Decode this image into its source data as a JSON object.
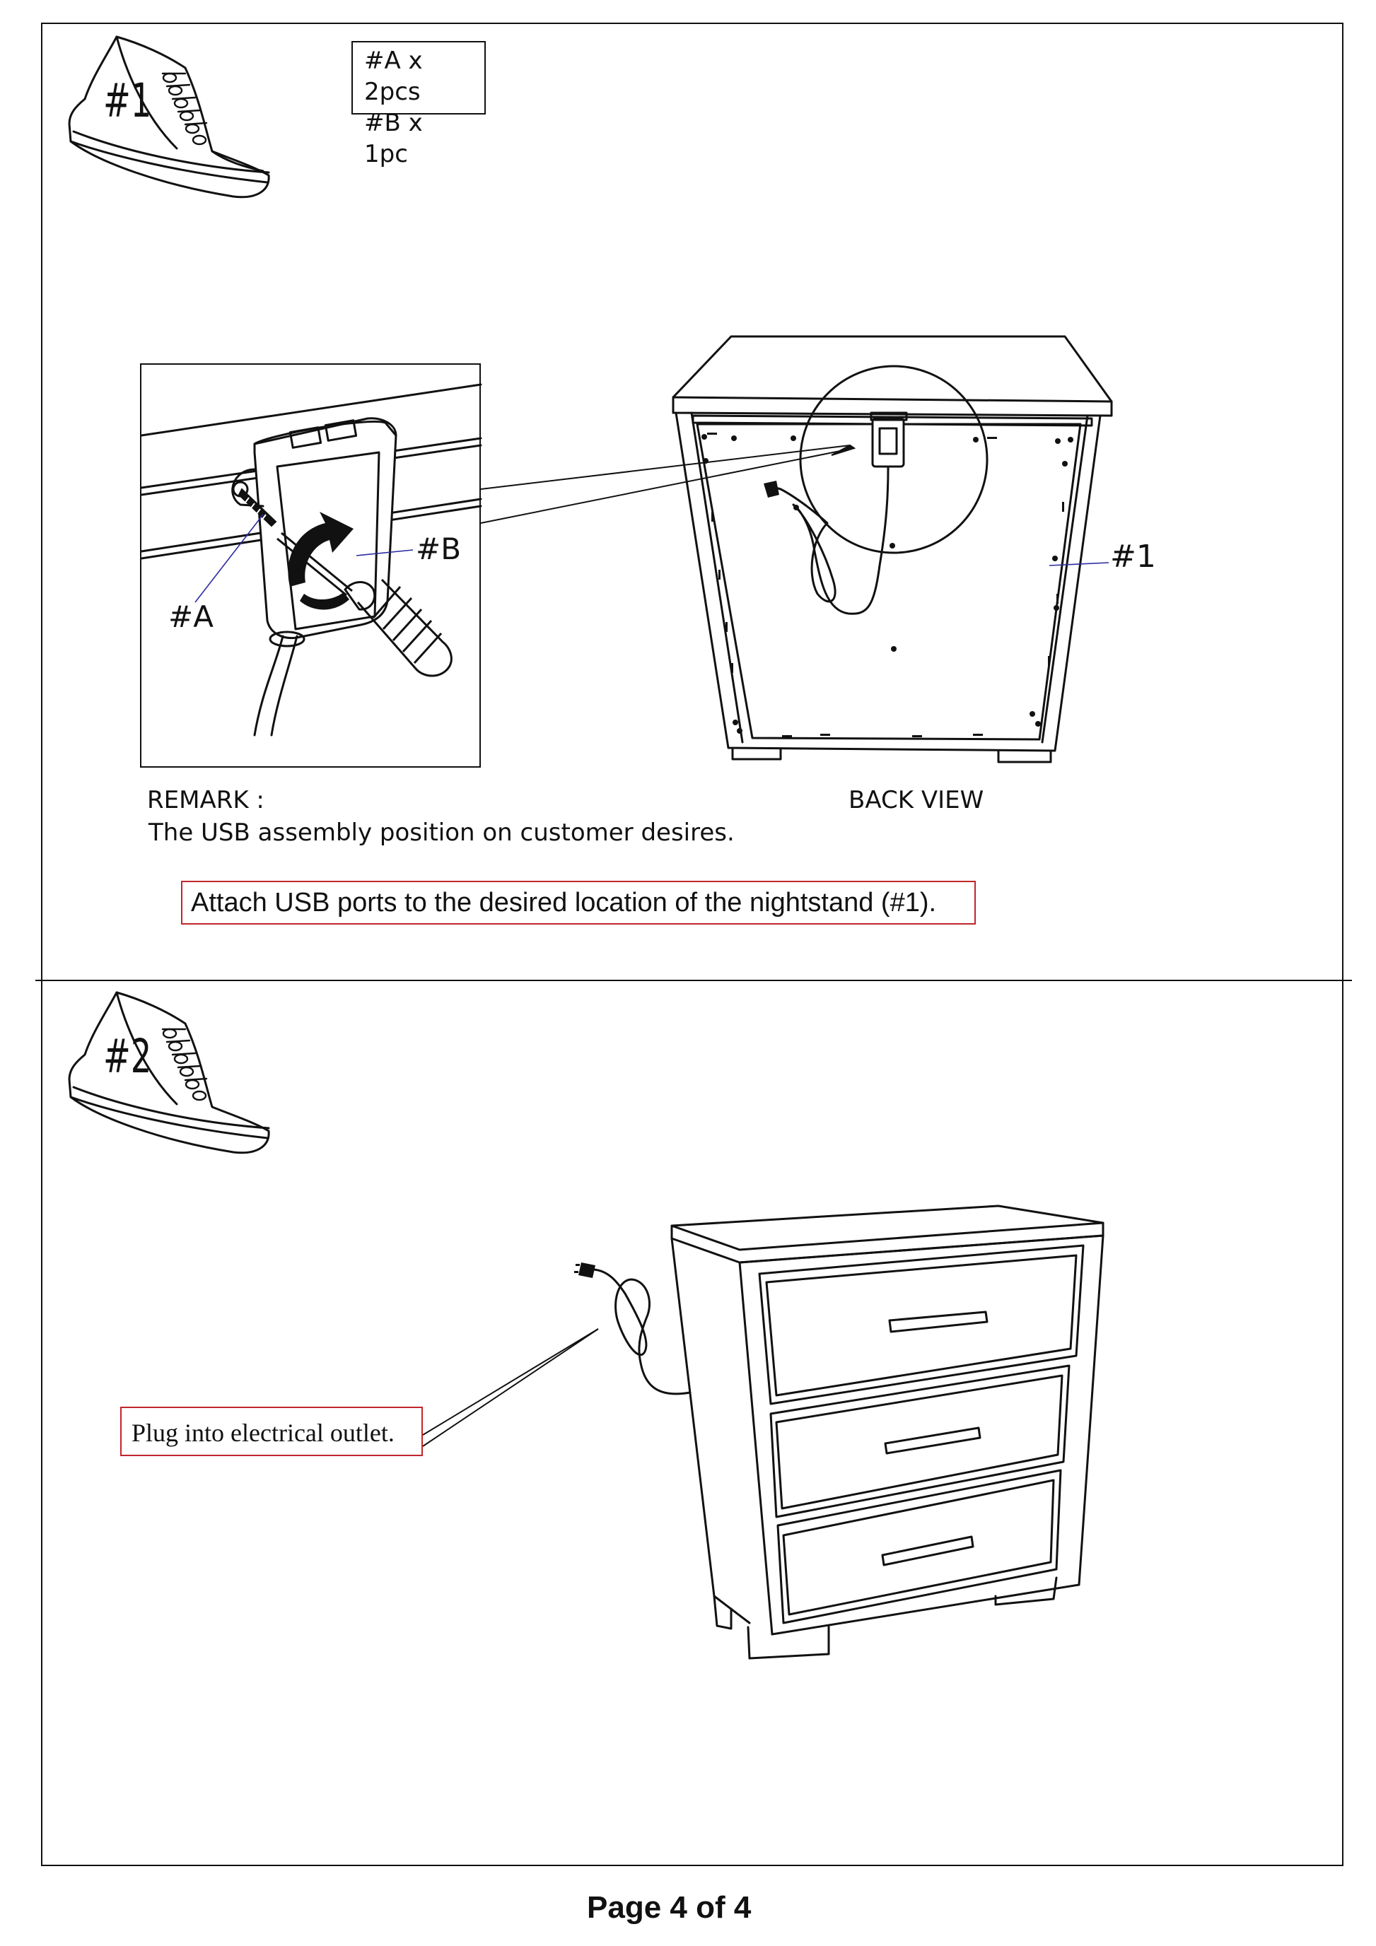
{
  "step1": {
    "number": "#1",
    "parts": [
      "#A x 2pcs",
      "#B x 1pc"
    ],
    "label_hardware_a": "#A",
    "label_hardware_b": "#B",
    "label_item_1": "#1",
    "remark_heading": "REMARK :",
    "remark_text": "The USB assembly position on customer desires.",
    "view_label": "BACK VIEW",
    "instruction": "Attach USB ports to the desired location of the nightstand (#1)."
  },
  "step2": {
    "number": "#2",
    "instruction": "Plug into electrical outlet."
  },
  "footer": {
    "page": "Page 4 of  4"
  },
  "colors": {
    "line": "#111111",
    "callout_border": "#c0262c",
    "leader_blue": "#2a2aa0"
  },
  "icons": [
    "sneaker-icon",
    "screwdriver-icon",
    "usb-hub-icon",
    "power-plug-icon",
    "rotate-arrow-icon"
  ]
}
